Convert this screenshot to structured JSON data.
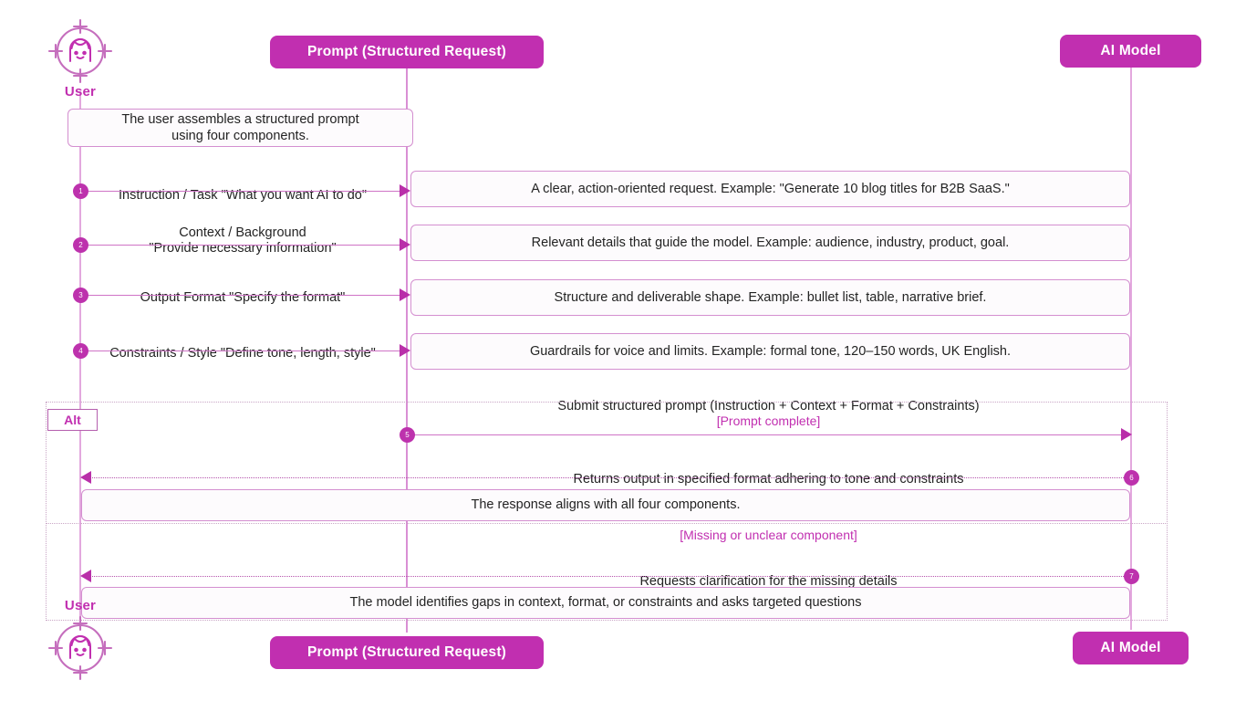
{
  "theme": {
    "accent": "#c12fb0",
    "line": "#cf73c6",
    "note_border": "#d48fd0",
    "note_bg": "#fdfbfd",
    "text": "#232323",
    "fragment_border": "#c9a6c6"
  },
  "participants": {
    "user": {
      "label": "User",
      "icon": "user-target-icon"
    },
    "prompt": {
      "label": "Prompt (Structured Request)"
    },
    "ai": {
      "label": "AI Model"
    }
  },
  "notes": {
    "assemble": "The user assembles a structured prompt\nusing four components.",
    "instruction": "A clear, action-oriented request. Example: \"Generate 10 blog titles for B2B SaaS.\"",
    "context": "Relevant details that guide the model. Example: audience, industry, product, goal.",
    "format": "Structure and deliverable shape. Example: bullet list, table, narrative brief.",
    "constraints": "Guardrails for voice and limits. Example: formal tone, 120–150 words, UK English.",
    "aligns": "The response aligns with all four components.",
    "gaps": "The model identifies gaps in context, format, or constraints and asks targeted questions"
  },
  "messages": [
    {
      "num": "1",
      "label": "Instruction / Task \"What you want AI to do\""
    },
    {
      "num": "2",
      "label": "Context / Background\n\"Provide necessary information\""
    },
    {
      "num": "3",
      "label": "Output Format \"Specify the format\""
    },
    {
      "num": "4",
      "label": "Constraints / Style \"Define tone, length, style\""
    },
    {
      "num": "5",
      "label": "Submit structured prompt (Instruction + Context + Format + Constraints)"
    },
    {
      "num": "6",
      "label": "Returns output in specified format adhering to tone and constraints"
    },
    {
      "num": "7",
      "label": "Requests clarification for the missing details"
    }
  ],
  "fragment": {
    "tag": "Alt",
    "guard_a": "[Prompt complete]",
    "guard_b": "[Missing or unclear component]"
  }
}
